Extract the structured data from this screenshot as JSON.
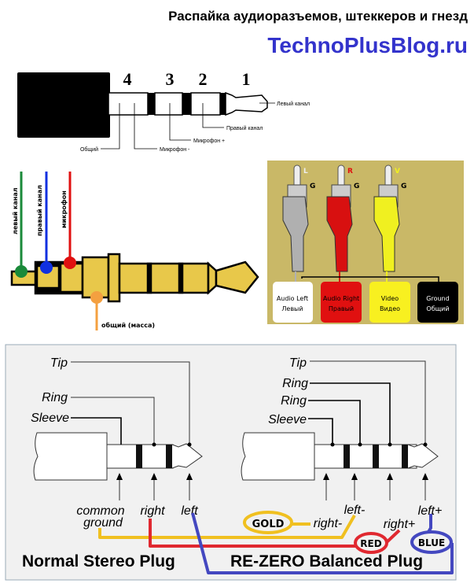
{
  "header": {
    "title": "Распайка аудиоразъемов, штеккеров и гнезд",
    "site": "TechnoPlusBlog.ru",
    "site_color": "#3333cc"
  },
  "jack_4pin": {
    "numbers": [
      "4",
      "3",
      "2",
      "1"
    ],
    "labels": {
      "left": "Левый канал",
      "right": "Правый канал",
      "mic_plus": "Микрофон +",
      "mic_minus": "Микрофон -",
      "common": "Общий"
    }
  },
  "jack_color": {
    "labels": {
      "left": "левый канал",
      "right": "правый канал",
      "mic": "микрофон",
      "ground": "общий (масса)"
    },
    "colors": {
      "left": "#1a8a3a",
      "right": "#1030e0",
      "mic": "#e01010",
      "ground": "#f4a040",
      "metal": "#e8c84a"
    }
  },
  "rca": {
    "plugs": [
      {
        "letter": "L",
        "ground": "G",
        "color": "#b0b0b0"
      },
      {
        "letter": "R",
        "ground": "G",
        "color": "#d81010"
      },
      {
        "letter": "V",
        "ground": "G",
        "color": "#f0f020"
      }
    ],
    "boxes": [
      {
        "line1": "Audio Left",
        "line2": "Левый",
        "bg": "#ffffff",
        "fg": "#000000"
      },
      {
        "line1": "Audio Right",
        "line2": "Правый",
        "bg": "#e01010",
        "fg": "#000000"
      },
      {
        "line1": "Video",
        "line2": "Видео",
        "bg": "#f8f020",
        "fg": "#000000"
      },
      {
        "line1": "Ground",
        "line2": "Общий",
        "bg": "#000000",
        "fg": "#ffffff"
      }
    ],
    "bg": "#c9b867"
  },
  "stereo": {
    "tip": "Tip",
    "ring": "Ring",
    "sleeve": "Sleeve",
    "common": "common",
    "ground": "ground",
    "right": "right",
    "left": "left",
    "title": "Normal Stereo Plug"
  },
  "balanced": {
    "tip": "Tip",
    "ring1": "Ring",
    "ring2": "Ring",
    "sleeve": "Sleeve",
    "left_minus": "left-",
    "right_minus": "right-",
    "right_plus": "right+",
    "left_plus": "left+",
    "title": "RE-ZERO Balanced Plug",
    "gold": "GOLD",
    "red": "RED",
    "blue": "BLUE"
  },
  "wire_colors": {
    "gold": "#f0c020",
    "red": "#e02830",
    "blue": "#4448c0"
  }
}
